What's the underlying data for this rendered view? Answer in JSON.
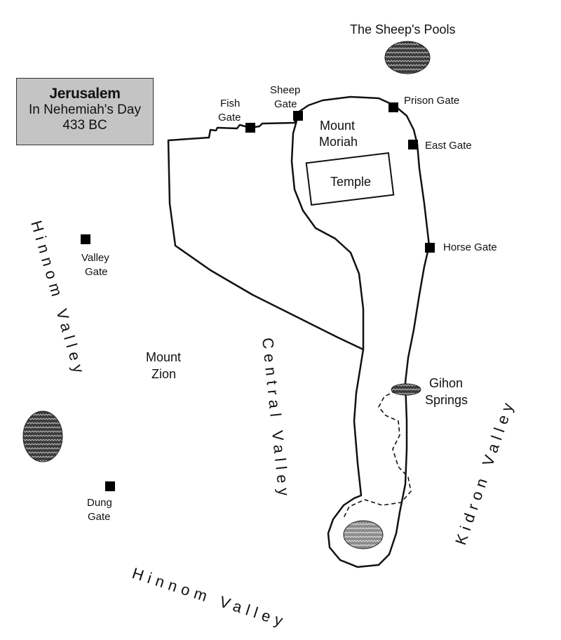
{
  "title": {
    "name": "Jerusalem",
    "line2": "In Nehemiah's Day",
    "line3": "433 BC"
  },
  "places": {
    "sheeps_pools": "The Sheep's Pools",
    "mount_moriah_1": "Mount",
    "mount_moriah_2": "Moriah",
    "temple": "Temple",
    "mount_zion_1": "Mount",
    "mount_zion_2": "Zion",
    "gihon_1": "Gihon",
    "gihon_2": "Springs"
  },
  "gates": {
    "fish_1": "Fish",
    "fish_2": "Gate",
    "sheep_1": "Sheep",
    "sheep_2": "Gate",
    "prison": "Prison Gate",
    "east": "East Gate",
    "horse": "Horse Gate",
    "valley_1": "Valley",
    "valley_2": "Gate",
    "dung_1": "Dung",
    "dung_2": "Gate"
  },
  "valleys": {
    "hinnom_west": "Hinnom Valley",
    "central": "Central Valley",
    "kidron": "Kidron Valley",
    "hinnom_south": "Hinnom Valley"
  },
  "colors": {
    "line": "#111111",
    "gate_marker": "#000000",
    "pool_fill": "#555555",
    "title_bg": "#c4c4c4"
  }
}
